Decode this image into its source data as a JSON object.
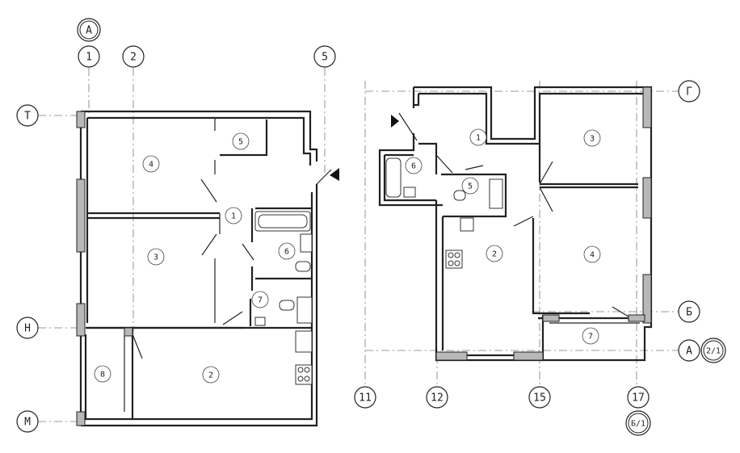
{
  "plan_left": {
    "axis_top_a": "А",
    "axes_vertical": [
      "1",
      "2",
      "5"
    ],
    "axes_horizontal": [
      "Т",
      "Н",
      "М"
    ],
    "rooms": [
      "4",
      "5",
      "1",
      "3",
      "6",
      "7",
      "2",
      "8"
    ]
  },
  "plan_right": {
    "axes_vertical": [
      "11",
      "12",
      "15",
      "17"
    ],
    "axes_horizontal": [
      "Г",
      "Б",
      "А"
    ],
    "ref_right": "2/1",
    "ref_bottom": "Б/1",
    "rooms": [
      "1",
      "3",
      "6",
      "5",
      "2",
      "4",
      "7"
    ]
  }
}
